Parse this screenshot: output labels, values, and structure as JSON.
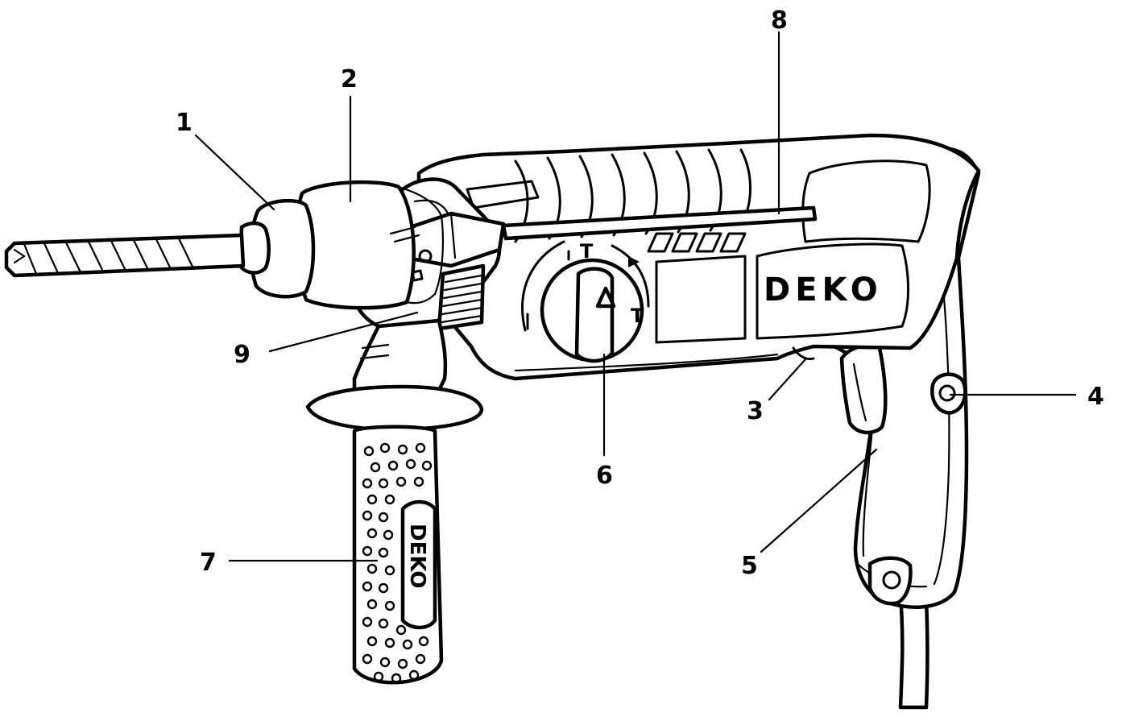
{
  "brand": {
    "body_logo": "DEKO",
    "handle_logo": "DEKO"
  },
  "dial_marks": {
    "hammer_drill": "T",
    "chisel": "T"
  },
  "callouts": [
    {
      "id": "1",
      "label": "1"
    },
    {
      "id": "2",
      "label": "2"
    },
    {
      "id": "3",
      "label": "3"
    },
    {
      "id": "4",
      "label": "4"
    },
    {
      "id": "5",
      "label": "5"
    },
    {
      "id": "6",
      "label": "6"
    },
    {
      "id": "7",
      "label": "7"
    },
    {
      "id": "8",
      "label": "8"
    },
    {
      "id": "9",
      "label": "9"
    }
  ],
  "colors": {
    "line": "#000000",
    "background": "#ffffff"
  }
}
